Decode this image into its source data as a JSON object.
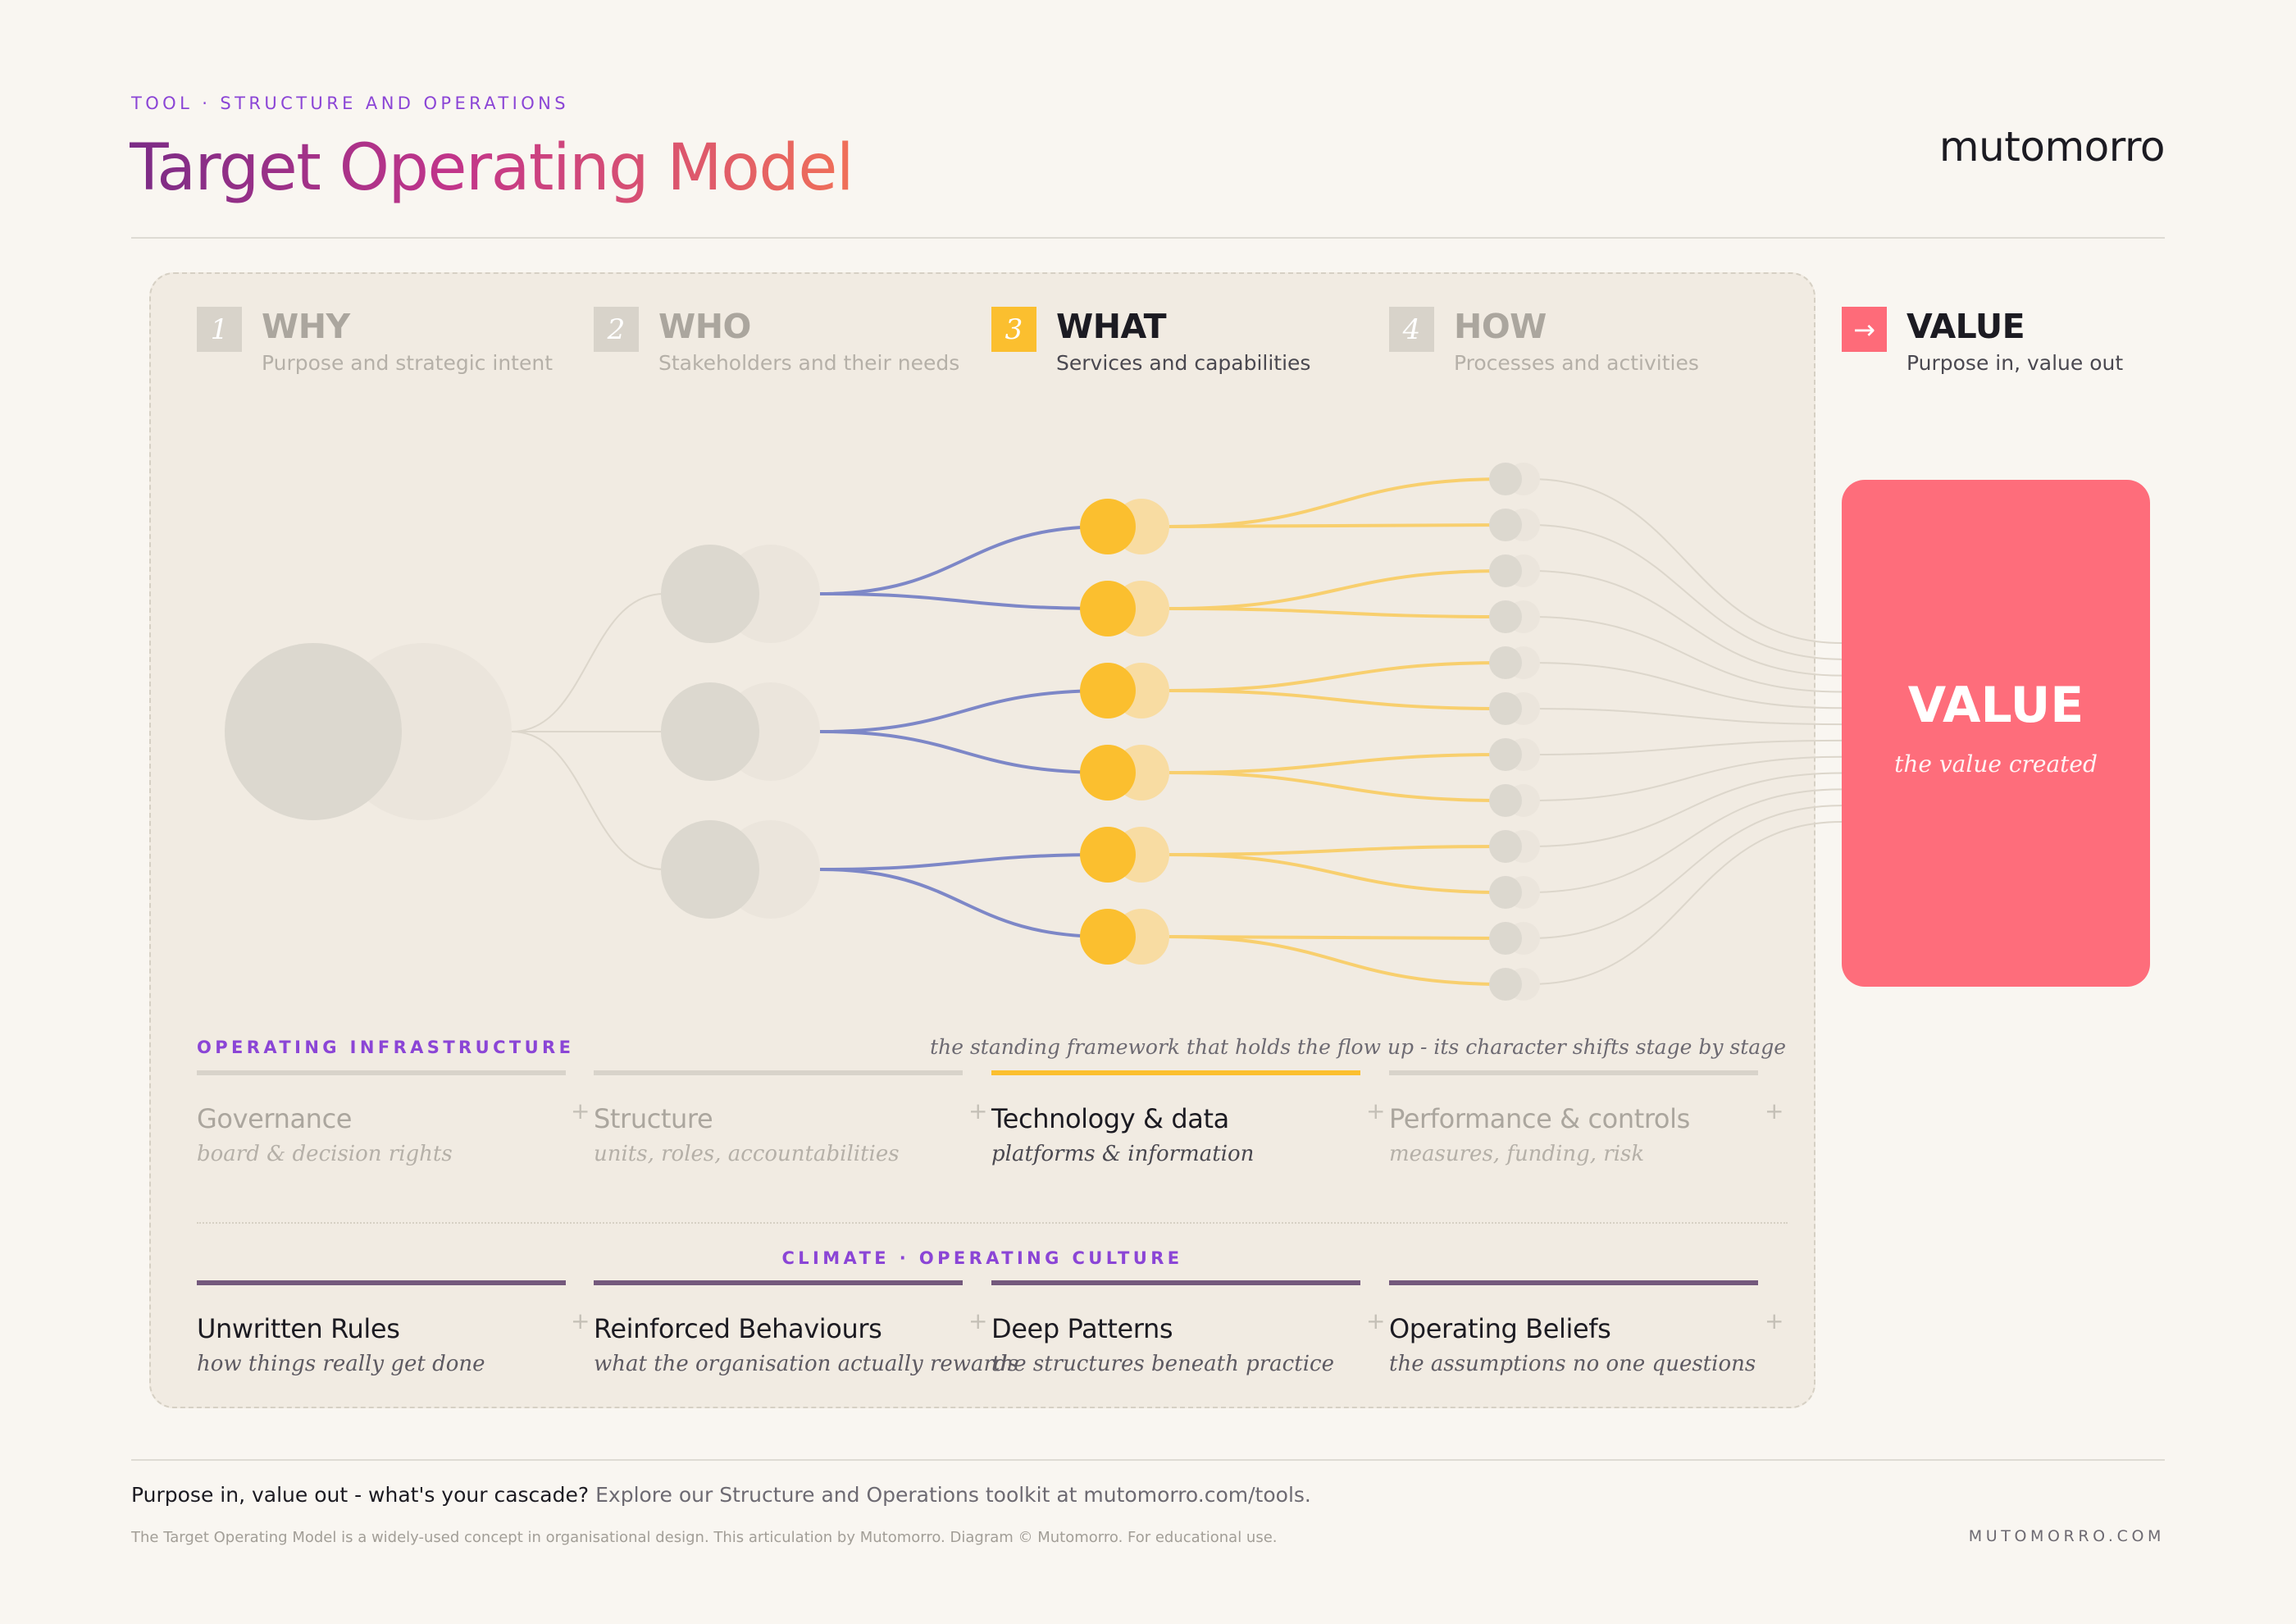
{
  "header": {
    "eyebrow": "TOOL · STRUCTURE AND OPERATIONS",
    "title": "Target Operating Model",
    "brand": "mutomorro"
  },
  "stages": [
    {
      "number": "1",
      "title": "WHY",
      "subtitle": "Purpose and strategic intent"
    },
    {
      "number": "2",
      "title": "WHO",
      "subtitle": "Stakeholders and their needs"
    },
    {
      "number": "3",
      "title": "WHAT",
      "subtitle": "Services and capabilities"
    },
    {
      "number": "4",
      "title": "HOW",
      "subtitle": "Processes and activities"
    },
    {
      "number": "→",
      "title": "VALUE",
      "subtitle": "Purpose in, value out"
    }
  ],
  "value_box": {
    "title": "VALUE",
    "subtitle": "the value created"
  },
  "flow": {
    "why_nodes": 1,
    "who_nodes": 3,
    "what_nodes": 6,
    "how_nodes": 12,
    "active_stage": "WHAT"
  },
  "colors": {
    "accent_purple": "#8b45d6",
    "what_yellow": "#fbbf2f",
    "who_link_blue": "#7d87c7",
    "value_pink": "#fe6d7b",
    "inactive_node": "#dcd8cf",
    "culture_bar": "#74597c"
  },
  "infrastructure": {
    "label": "OPERATING INFRASTRUCTURE",
    "note": "the standing framework that holds the flow up - its character shifts stage by stage",
    "items": [
      {
        "title": "Governance",
        "subtitle": "board & decision rights"
      },
      {
        "title": "Structure",
        "subtitle": "units, roles, accountabilities"
      },
      {
        "title": "Technology & data",
        "subtitle": "platforms & information"
      },
      {
        "title": "Performance & controls",
        "subtitle": "measures, funding, risk"
      }
    ]
  },
  "culture": {
    "label": "CLIMATE · OPERATING CULTURE",
    "items": [
      {
        "title": "Unwritten Rules",
        "subtitle": "how things really get done"
      },
      {
        "title": "Reinforced Behaviours",
        "subtitle": "what the organisation actually rewards"
      },
      {
        "title": "Deep Patterns",
        "subtitle": "the structures beneath practice"
      },
      {
        "title": "Operating Beliefs",
        "subtitle": "the assumptions no one questions"
      }
    ]
  },
  "plus_sign": "+",
  "footer": {
    "cta_strong": "Purpose in, value out - what's your cascade?",
    "cta_light": "Explore our Structure and Operations toolkit at mutomorro.com/tools.",
    "credit": "The Target Operating Model is a widely-used concept in organisational design. This articulation by Mutomorro. Diagram © Mutomorro. For educational use.",
    "site": "MUTOMORRO.COM"
  }
}
